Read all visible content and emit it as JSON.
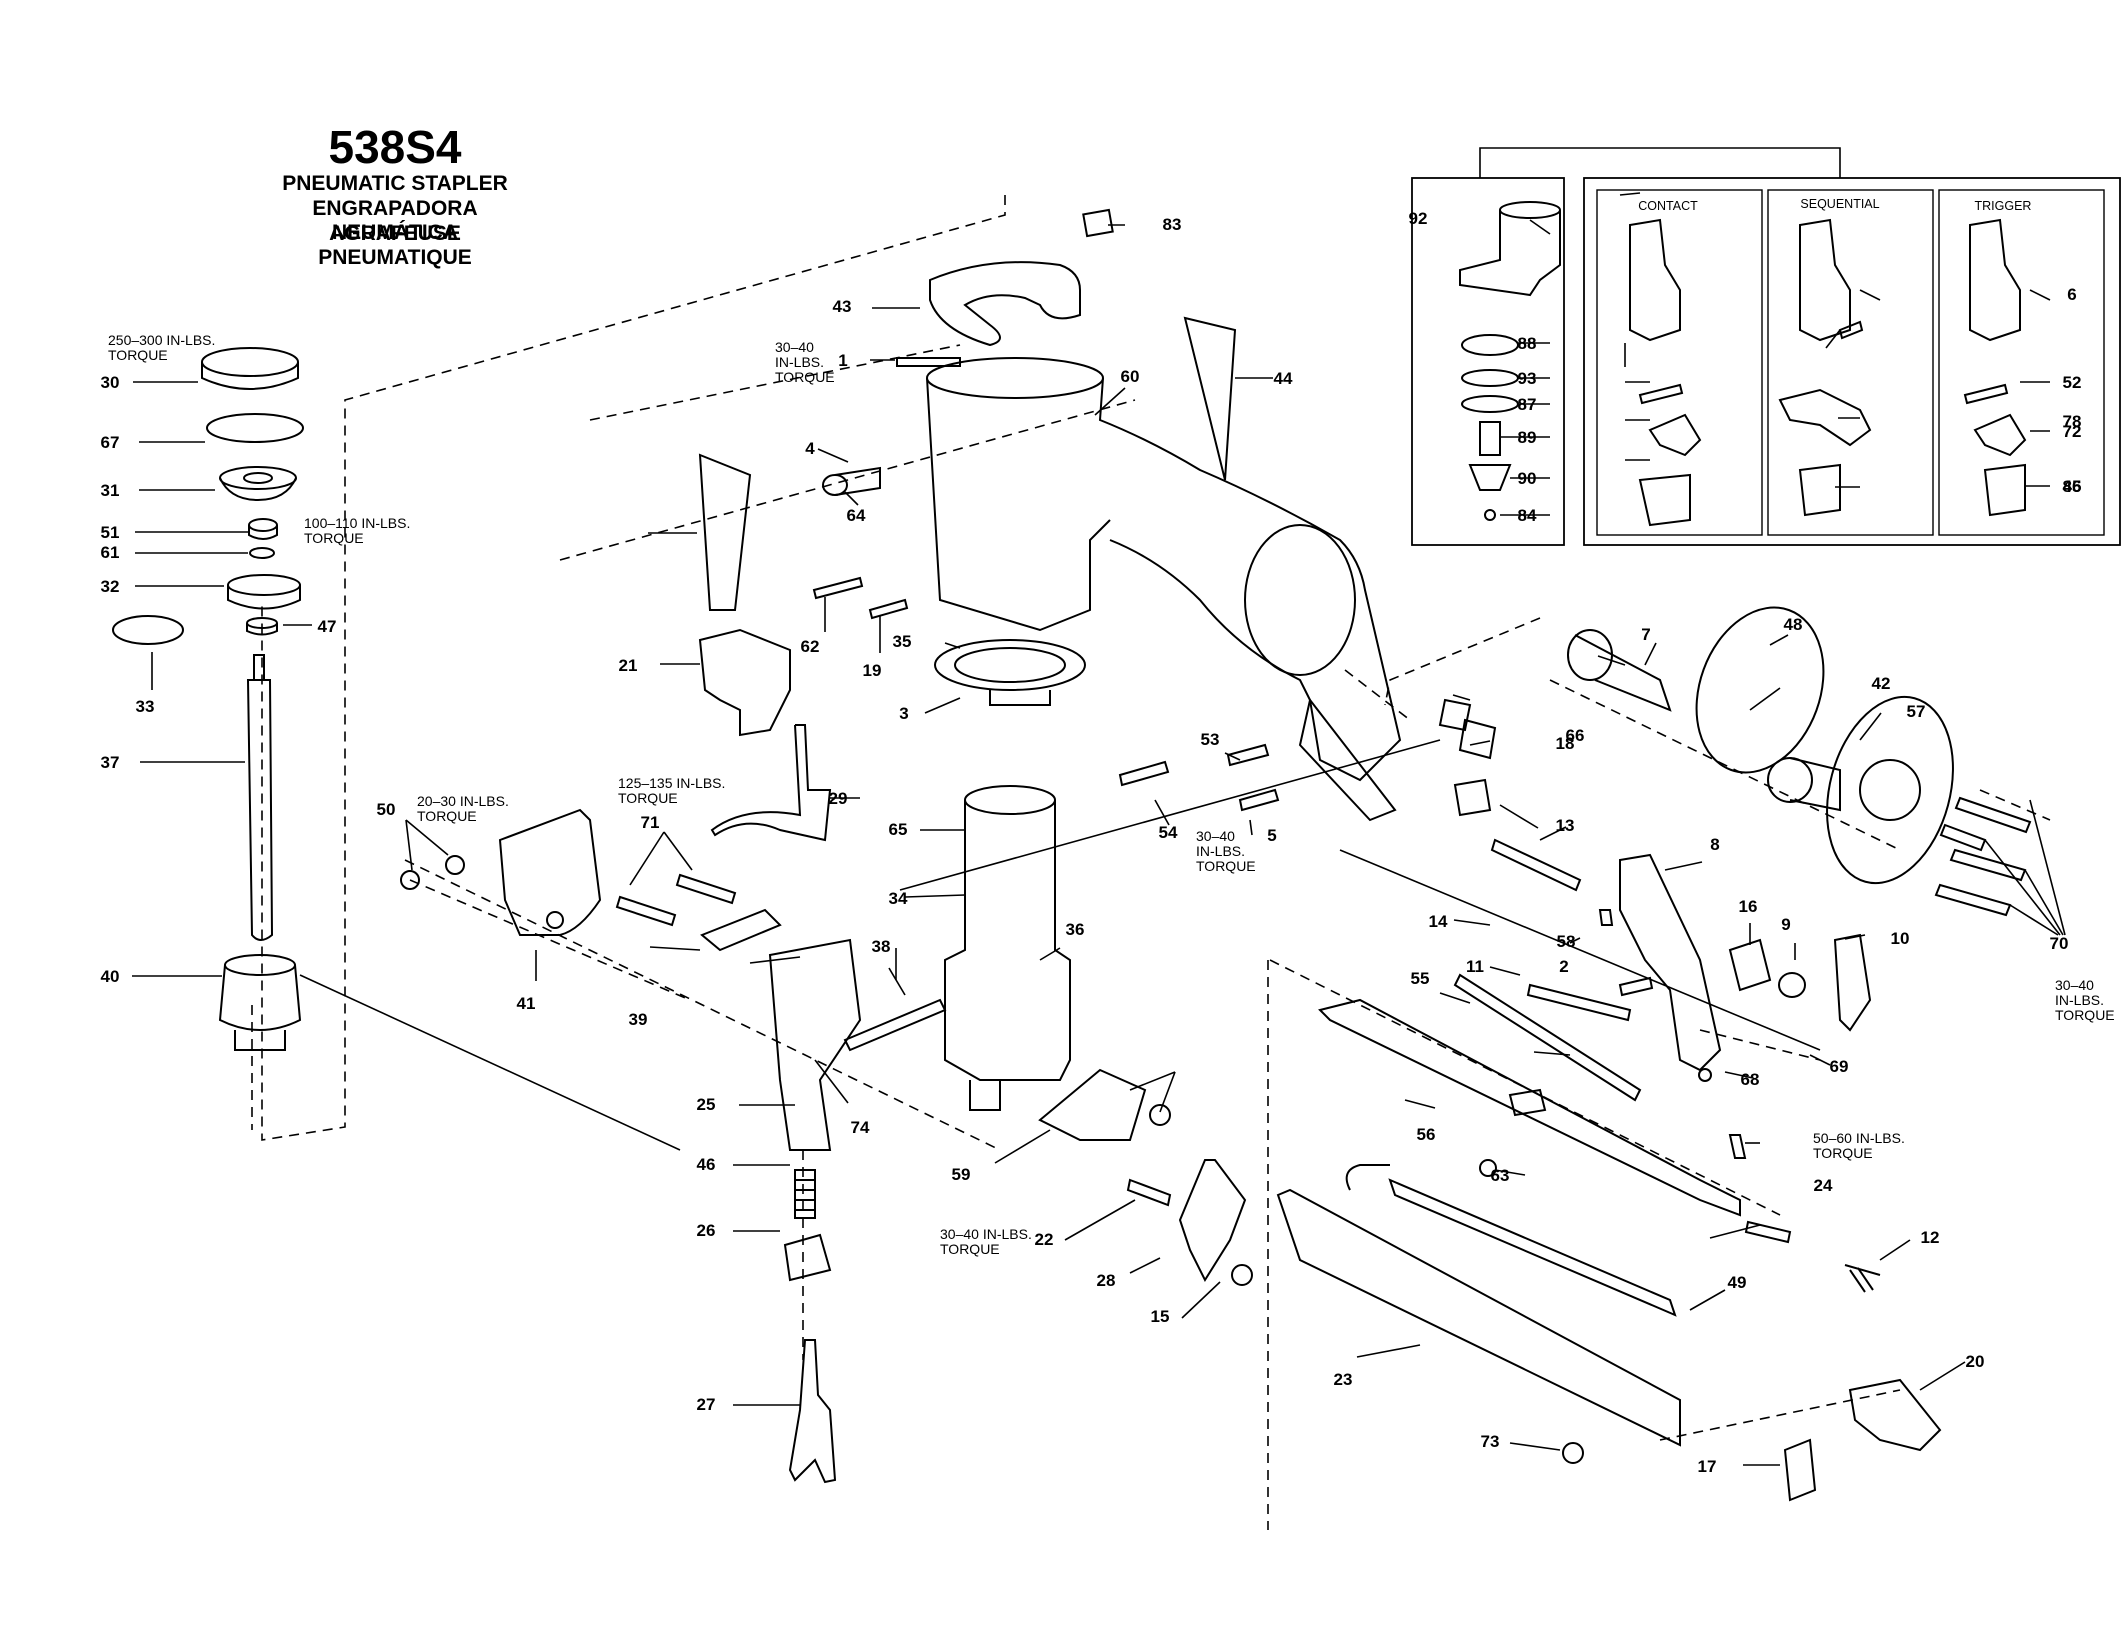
{
  "title": {
    "model": "538S4",
    "line_en": "PNEUMATIC STAPLER",
    "line_es": "ENGRAPADORA NEUMÁTICA",
    "line_fr": "AGRAFEUSE PNEUMATIQUE"
  },
  "insets": {
    "contact": "CONTACT",
    "sequential": "SEQUENTIAL",
    "trigger": "TRIGGER"
  },
  "part_labels": [
    "92",
    "88",
    "93",
    "87",
    "89",
    "90",
    "84",
    "6",
    "52",
    "72",
    "45",
    "78",
    "86",
    "83",
    "43",
    "30",
    "67",
    "31",
    "51",
    "61",
    "32",
    "33",
    "37",
    "40",
    "47",
    "1",
    "60",
    "44",
    "4",
    "64",
    "62",
    "19",
    "35",
    "3",
    "21",
    "29",
    "50",
    "71",
    "41",
    "39",
    "38",
    "65",
    "34",
    "36",
    "25",
    "74",
    "46",
    "26",
    "27",
    "59",
    "22",
    "28",
    "15",
    "23",
    "73",
    "17",
    "20",
    "12",
    "24",
    "49",
    "63",
    "56",
    "55",
    "11",
    "2",
    "14",
    "58",
    "8",
    "16",
    "9",
    "10",
    "69",
    "68",
    "70",
    "57",
    "42",
    "48",
    "7",
    "66",
    "18",
    "13",
    "53",
    "5",
    "54"
  ],
  "torque": {
    "t250": "250–300 IN-LBS. TORQUE",
    "t100": "100–110 IN-LBS. TORQUE",
    "t3040a": "30–40 IN-LBS. TORQUE",
    "t2030": "20–30 IN-LBS. TORQUE",
    "t125": "125–135 IN-LBS. TORQUE",
    "t3040b": "30–40 IN-LBS. TORQUE",
    "t3040c": "30–40 IN-LBS. TORQUE",
    "t3040d": "30–40 IN-LBS. TORQUE",
    "t5060": "50–60 IN-LBS. TORQUE"
  }
}
